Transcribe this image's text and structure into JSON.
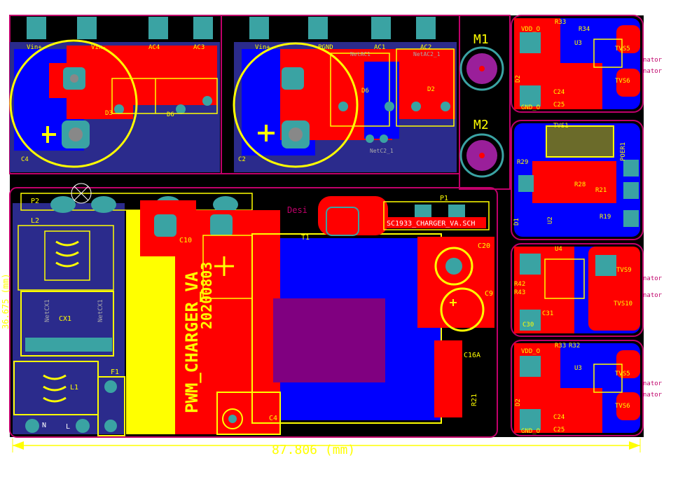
{
  "colors": {
    "board": "#000000",
    "top_copper": "#ff0000",
    "bottom_copper": "#0000ff",
    "silkscreen": "#ffff00",
    "outline": "#c0006a",
    "pad": "#3aa3a3",
    "via": "#888888",
    "keepout": "#800080"
  },
  "mounting_holes": [
    "M1",
    "M2"
  ],
  "board_text": {
    "date": "20200803",
    "project": "PWM_CHARGER_VA",
    "design": "Desi",
    "component": "SC1933_CHARGER_VA.SCH"
  },
  "dimension": {
    "value": "87.806 (mm)",
    "side": "36.675 (mm)"
  },
  "top_left": {
    "pads": [
      "Vin+",
      "Vin-",
      "AC4",
      "AC3"
    ],
    "parts": [
      "D3",
      "D6",
      "C4"
    ]
  },
  "top_middle": {
    "pads": [
      "Vin+",
      "PGND",
      "AC1",
      "AC2"
    ],
    "parts": [
      "D6",
      "D2",
      "C2"
    ],
    "nets": [
      "NetAC1",
      "NetAC2_1",
      "NetC2_1"
    ]
  },
  "left_block": {
    "parts": [
      "P2",
      "L2",
      "CX1",
      "F1",
      "L1",
      "N",
      "L"
    ],
    "nets": [
      "NetCX1",
      "NetCX1"
    ]
  },
  "center_block": {
    "parts": [
      "C10",
      "T1",
      "P1",
      "C20",
      "C9",
      "C16A",
      "R21",
      "C4"
    ]
  },
  "modules": [
    {
      "labels": [
        "VDD_O",
        "R33",
        "R34",
        "U3",
        "TVS5",
        "TVS6",
        "C24",
        "C25",
        "GND_O",
        "D2"
      ],
      "side": [
        "nator",
        "nator"
      ]
    },
    {
      "labels": [
        "TVS1",
        "POER1",
        "R28",
        "R29",
        "R21",
        "R19",
        "U2",
        "D1"
      ],
      "side": []
    },
    {
      "labels": [
        "U4",
        "R42",
        "R43",
        "TVS9",
        "TVS10",
        "C30",
        "C31"
      ],
      "side": [
        "nator",
        "nator"
      ]
    },
    {
      "labels": [
        "VDD_O",
        "R33",
        "R32",
        "U3",
        "TVS5",
        "TVS6",
        "C24",
        "C25",
        "GND_O",
        "D2"
      ],
      "side": [
        "nator",
        "nator"
      ]
    }
  ]
}
